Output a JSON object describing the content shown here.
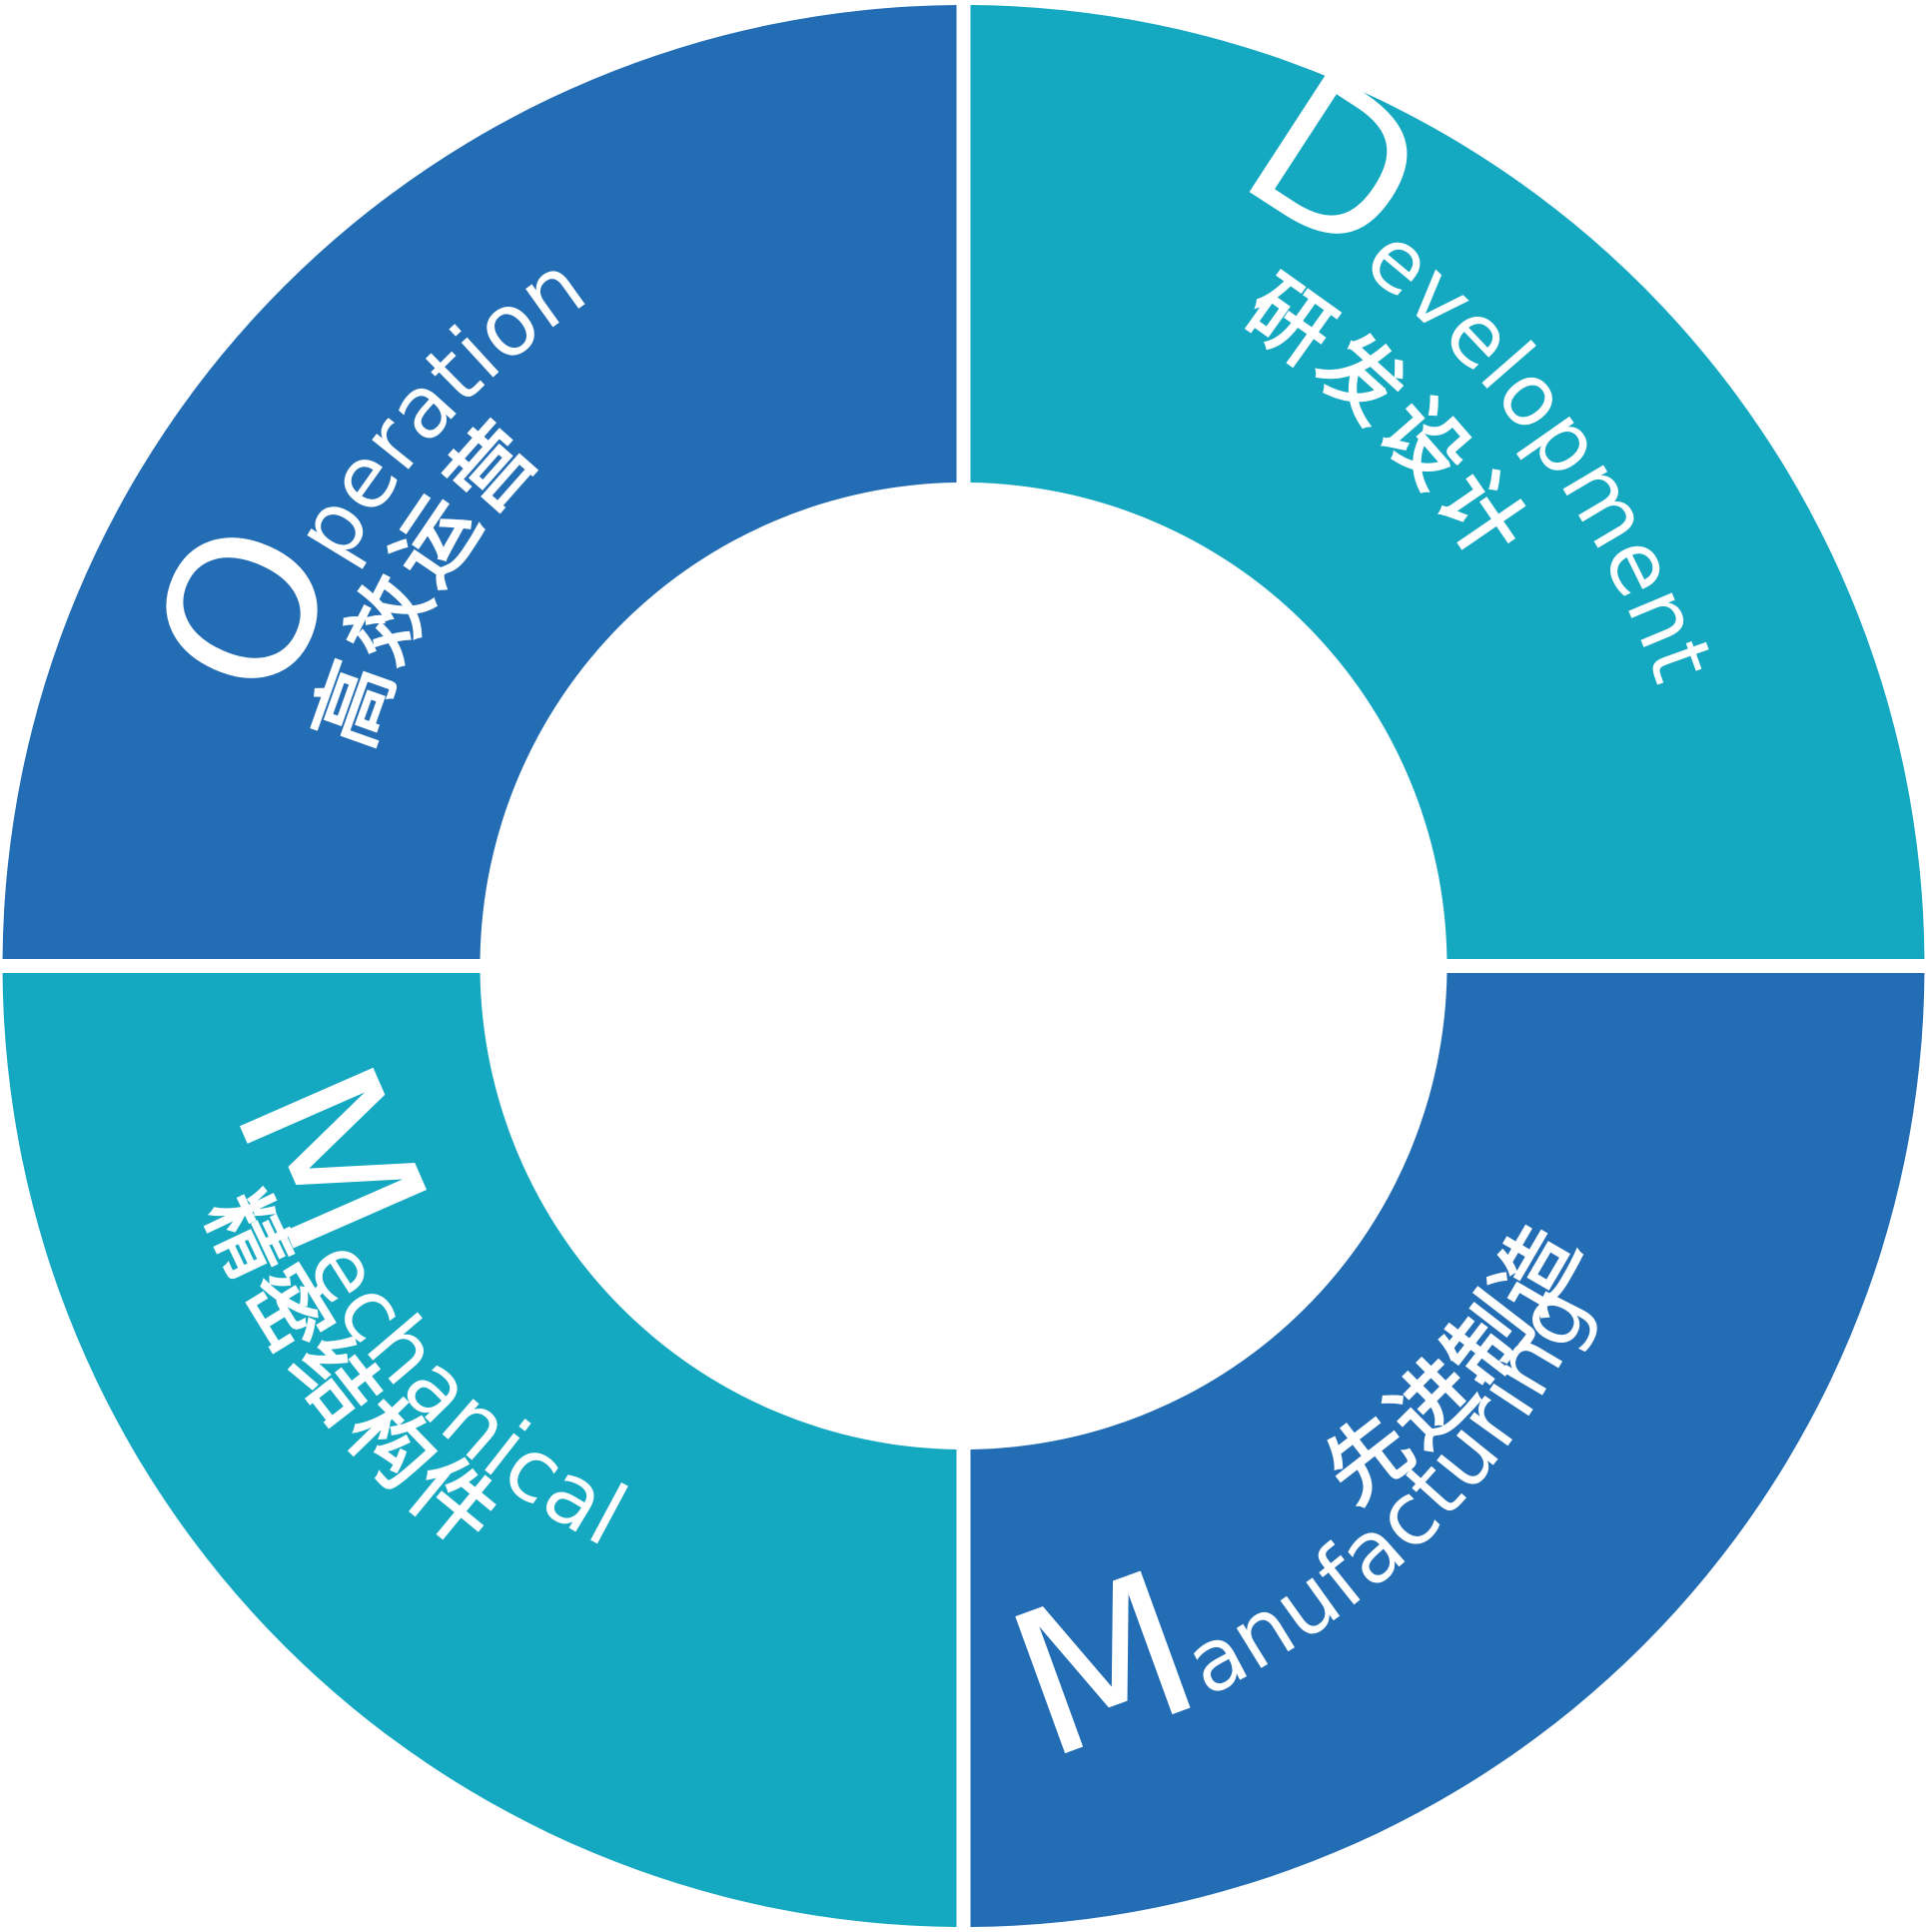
{
  "colors": {
    "dark_blue": "#236db5",
    "teal": "#14a8c1",
    "background": "#ffffff"
  },
  "segments": [
    {
      "id": "development",
      "initial": "D",
      "rest": "evelopment",
      "chinese": "研发设计",
      "color": "#14a8c1"
    },
    {
      "id": "manufacturing",
      "initial": "M",
      "rest": "anufacturing",
      "chinese": "先进制造",
      "color": "#236db5"
    },
    {
      "id": "mechanical",
      "initial": "M",
      "rest": "echanical",
      "chinese": "精密结构件",
      "color": "#14a8c1"
    },
    {
      "id": "operation",
      "initial": "O",
      "rest": "peration",
      "chinese": "高效运营",
      "color": "#236db5"
    }
  ]
}
